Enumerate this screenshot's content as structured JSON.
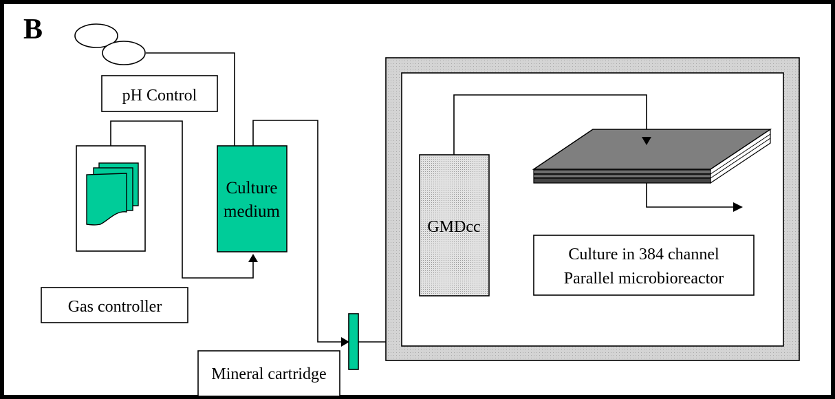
{
  "panel_letter": "B",
  "labels": {
    "ph_control": "pH Control",
    "culture_medium_line1": "Culture",
    "culture_medium_line2": "medium",
    "gas_controller": "Gas controller",
    "mineral_cartridge": "Mineral cartridge",
    "gmdcc": "GMDcc",
    "culture_384_line1": "Culture in 384 channel",
    "culture_384_line2": "Parallel microbioreactor"
  },
  "colors": {
    "teal": "#00CC99",
    "gmdcc_fill": "#D9D9D9",
    "chamber_outer": "#CFCFCF",
    "plate_top": "#7F7F7F"
  }
}
